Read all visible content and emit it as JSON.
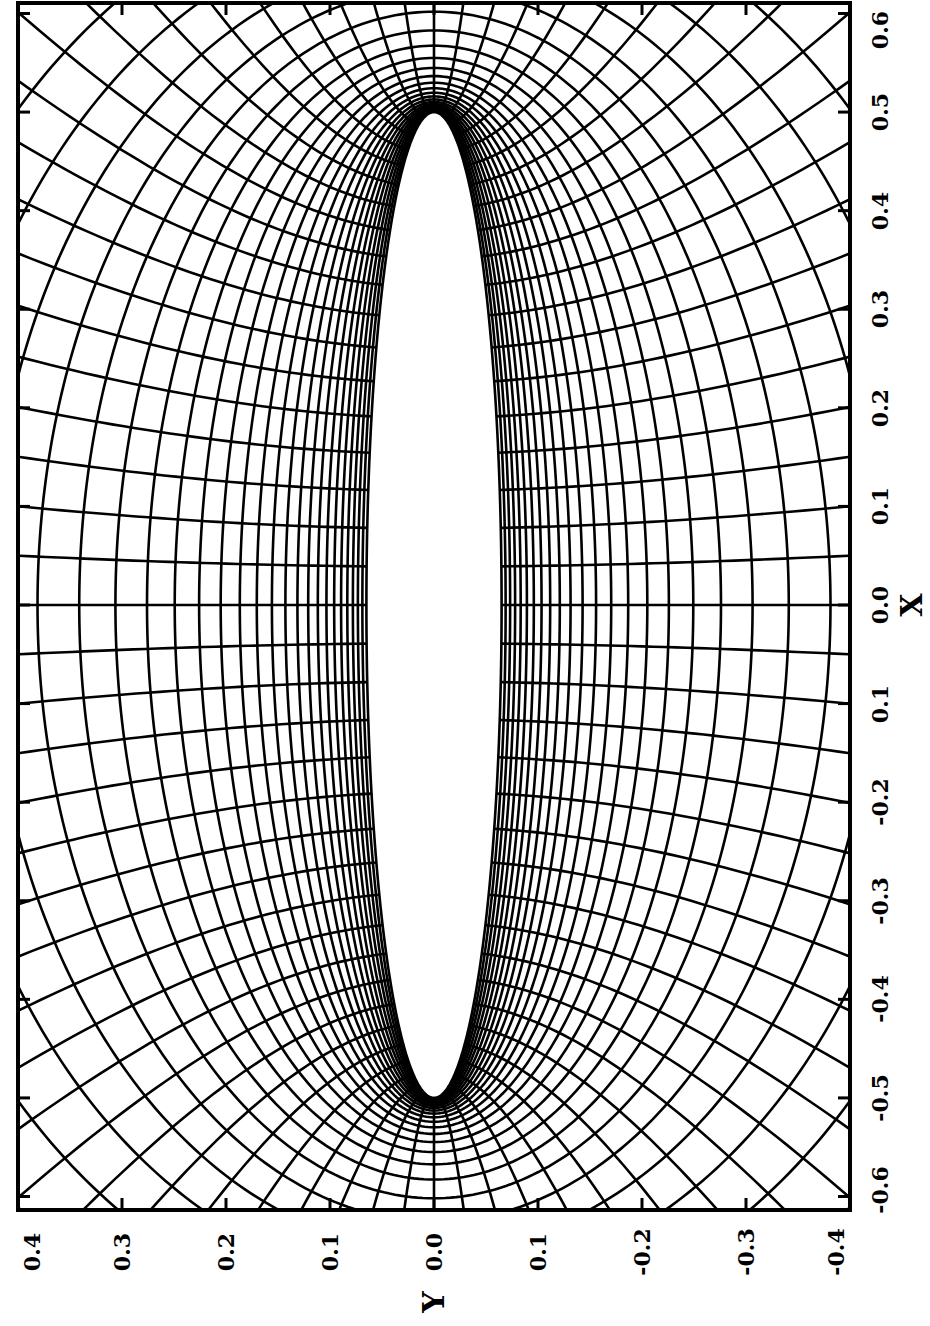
{
  "diagram": {
    "labels": [
      "0.4",
      "0.3",
      "0.2",
      "0.1",
      "0.0",
      "0.1",
      "-0.2",
      "-0.3",
      "-0.4",
      "0.6",
      "0.5",
      "0.4",
      "0.3",
      "0.2",
      "0.1",
      "0.0",
      "0.1",
      "-0.2",
      "-0.3",
      "-0.4",
      "-0.5",
      "-0.6",
      "X",
      "Y"
    ]
  }
}
